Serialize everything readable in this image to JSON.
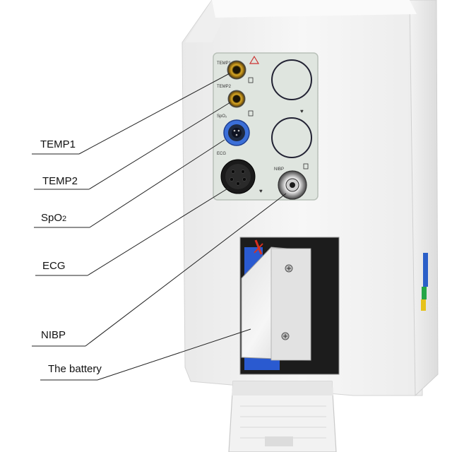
{
  "labels": {
    "temp1": "TEMP1",
    "temp2": "TEMP2",
    "spo2_main": "SpO",
    "spo2_sub": "2",
    "ecg": "ECG",
    "nibp": "NIBP",
    "battery": "The battery"
  },
  "panel_text": {
    "temp1": "TEMP1",
    "temp2": "TEMP2",
    "spo2": "SpO₂",
    "ecg": "ECG",
    "nibp": "NIBP"
  }
}
